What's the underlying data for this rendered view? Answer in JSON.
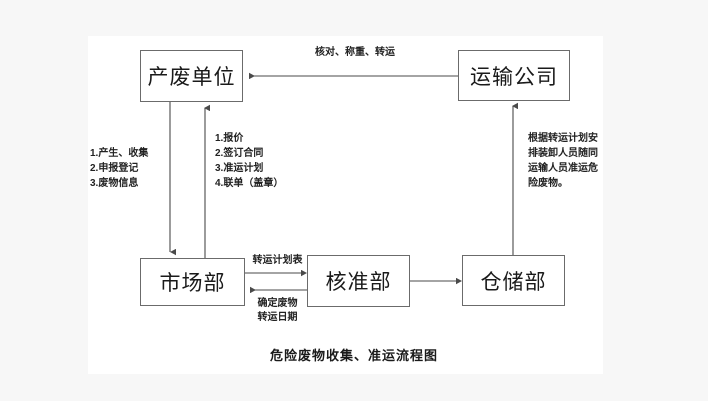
{
  "diagram": {
    "title": "危险废物收集、准运流程图",
    "nodes": [
      {
        "id": "producer",
        "label": "产废单位"
      },
      {
        "id": "transport",
        "label": "运输公司"
      },
      {
        "id": "market",
        "label": "市场部"
      },
      {
        "id": "approval",
        "label": "核准部"
      },
      {
        "id": "warehouse",
        "label": "仓储部"
      }
    ],
    "edge_labels": {
      "transport_to_producer": "核对、称重、转运",
      "market_to_approval": "转运计划表",
      "approval_to_market": "确定废物\n转运日期"
    },
    "notes": {
      "producer_to_market": "1.产生、收集\n2.申报登记\n3.废物信息",
      "market_to_producer": "1.报价\n2.签订合同\n3.准运计划\n4.联单（盖章）",
      "warehouse_to_transport": "根据转运计划安\n排装卸人员随同\n运输人员准运危\n险废物。"
    },
    "colors": {
      "page_background": "#f7f7f7",
      "canvas_background": "#ffffff",
      "box_border": "#6b6b6b",
      "line": "#4a4a4a",
      "text": "#1a1a1a"
    }
  }
}
